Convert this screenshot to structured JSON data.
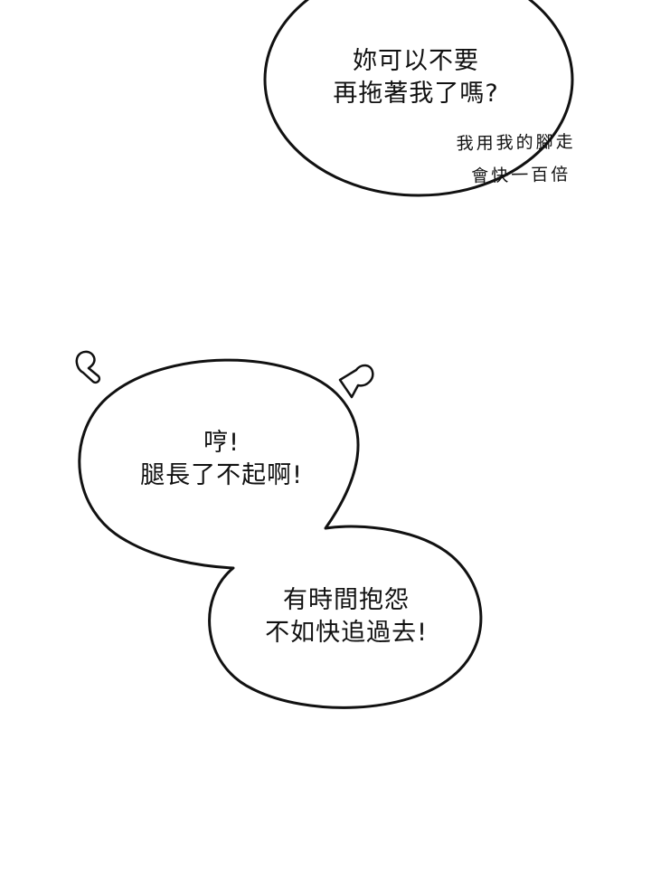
{
  "bubble_top": {
    "lines": [
      "妳可以不要",
      "再拖著我了嗎?"
    ]
  },
  "side_note": {
    "lines": [
      "我用我的腳走",
      "會快一百倍"
    ]
  },
  "bubble_left": {
    "lines": [
      "哼!",
      "腿長了不起啊!"
    ]
  },
  "bubble_right": {
    "lines": [
      "有時間抱怨",
      "不如快追過去!"
    ]
  },
  "colors": {
    "ink": "#111111",
    "background": "#ffffff"
  },
  "icons": [
    "anger-mark-left-icon",
    "anger-mark-right-icon"
  ]
}
